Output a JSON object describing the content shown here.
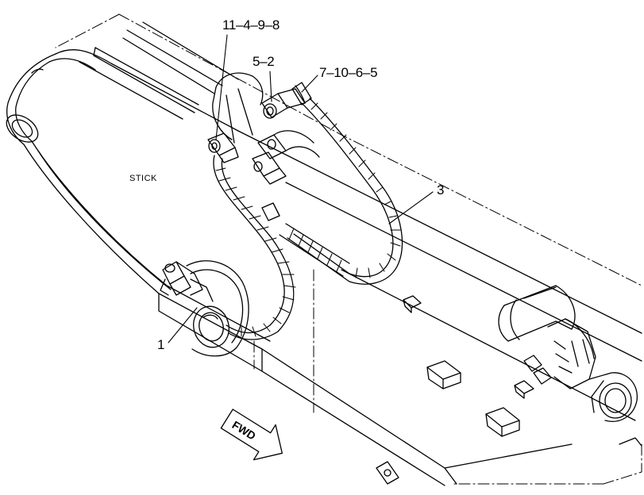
{
  "labels": {
    "part_11_4_9_8": "11–4–9–8",
    "part_5_2": "5–2",
    "part_7_10_6_5": "7–10–6–5",
    "part_3": "3",
    "part_1": "1",
    "stick": "STICK",
    "fwd": "FWD"
  },
  "colors": {
    "line": "#000000",
    "background": "#ffffff"
  }
}
